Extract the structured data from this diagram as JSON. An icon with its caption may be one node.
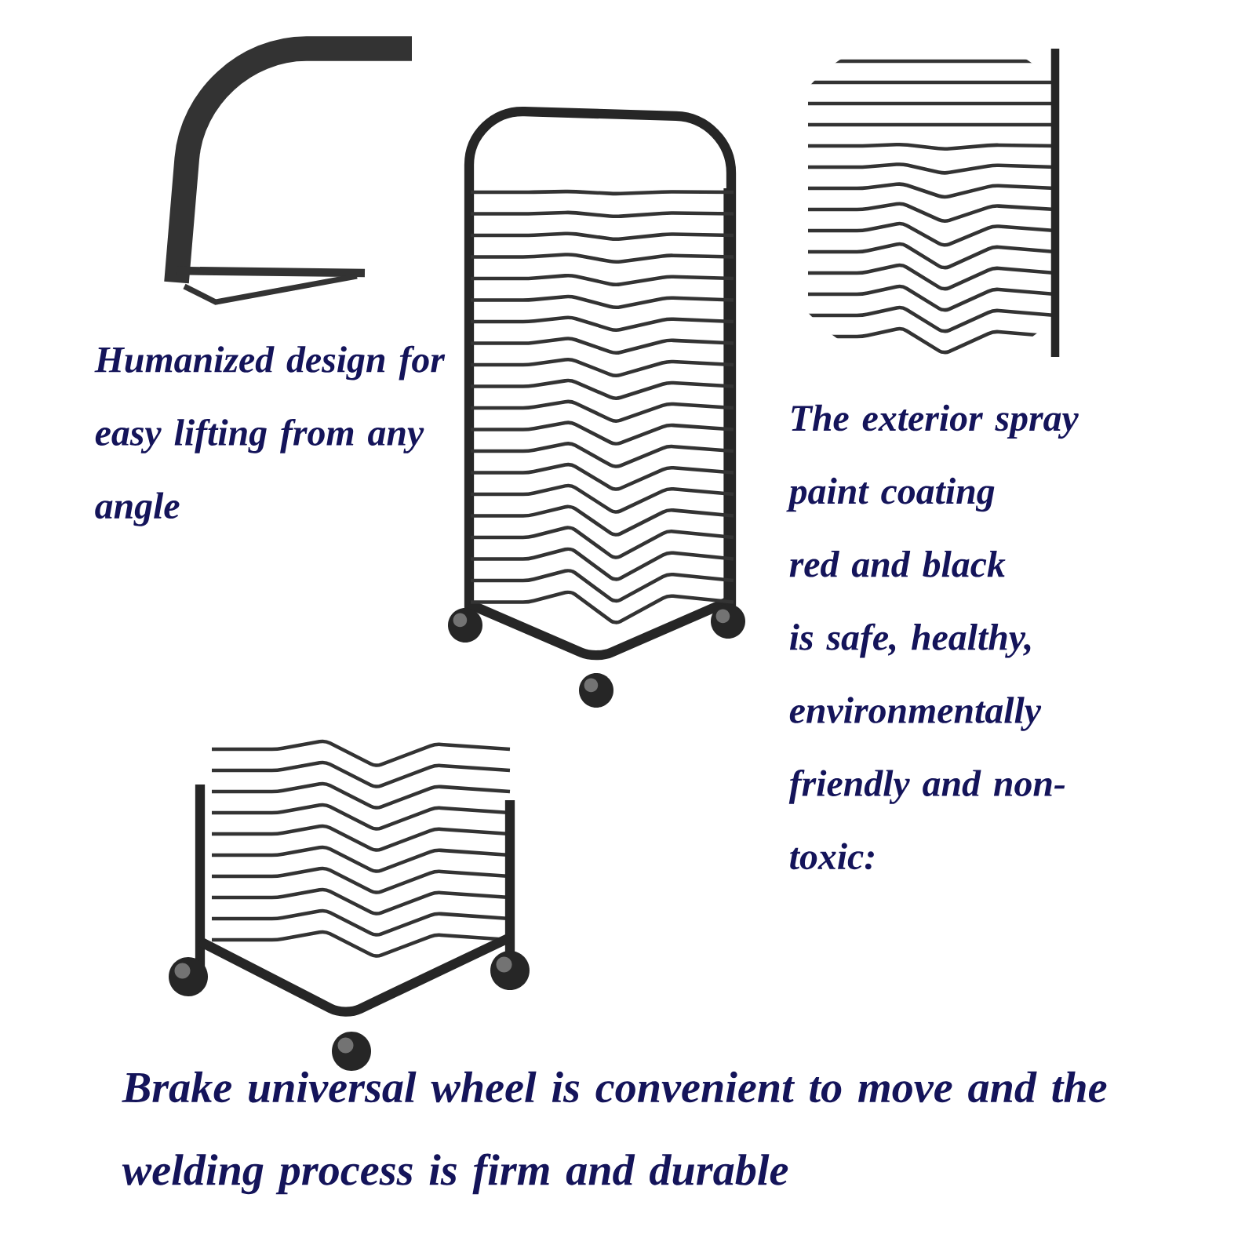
{
  "diagram": {
    "labels": [
      "Humanized design for easy lifting from any angle",
      "The exterior spray paint coating red and black is safe, healthy, environmentally friendly and non-toxic:",
      "Brake universal wheel is convenient to move and the welding process is firm and durable"
    ]
  }
}
